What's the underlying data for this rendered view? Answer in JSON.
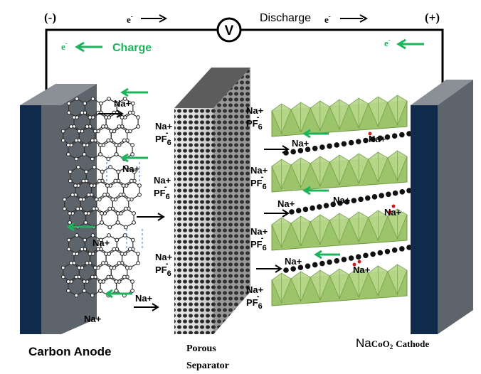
{
  "circuit": {
    "negative_terminal": "(-)",
    "positive_terminal": "(+)",
    "voltmeter": "V",
    "electron": "e",
    "electron_sup": "-",
    "discharge_label": "Discharge",
    "charge_label": "Charge"
  },
  "ions": {
    "sodium": "Na+",
    "pf_base": "PF",
    "pf_sub": "6",
    "pf_sup": "-"
  },
  "components": {
    "anode_label": "Carbon Anode",
    "separator_line1": "Porous",
    "separator_line2": "Separator",
    "cathode_na": "Na",
    "cathode_formula": "CoO",
    "cathode_sub": "2",
    "cathode_word": "Cathode"
  },
  "colors": {
    "electrode_front": "#0f2a4a",
    "electrode_side": "#5e646b",
    "electrode_top": "#8b9096",
    "charge_green": "#1db35c",
    "cathode_layer": "#9cc46a",
    "separator": "#4a4a4a",
    "wire": "#000000"
  },
  "icons": {
    "voltmeter": "voltmeter-icon",
    "graphene": "graphene-layer-icon",
    "separator": "porous-membrane-icon",
    "cathode_layer": "octahedral-layer-icon",
    "sodium_chain": "sodium-atom-chain-icon"
  }
}
